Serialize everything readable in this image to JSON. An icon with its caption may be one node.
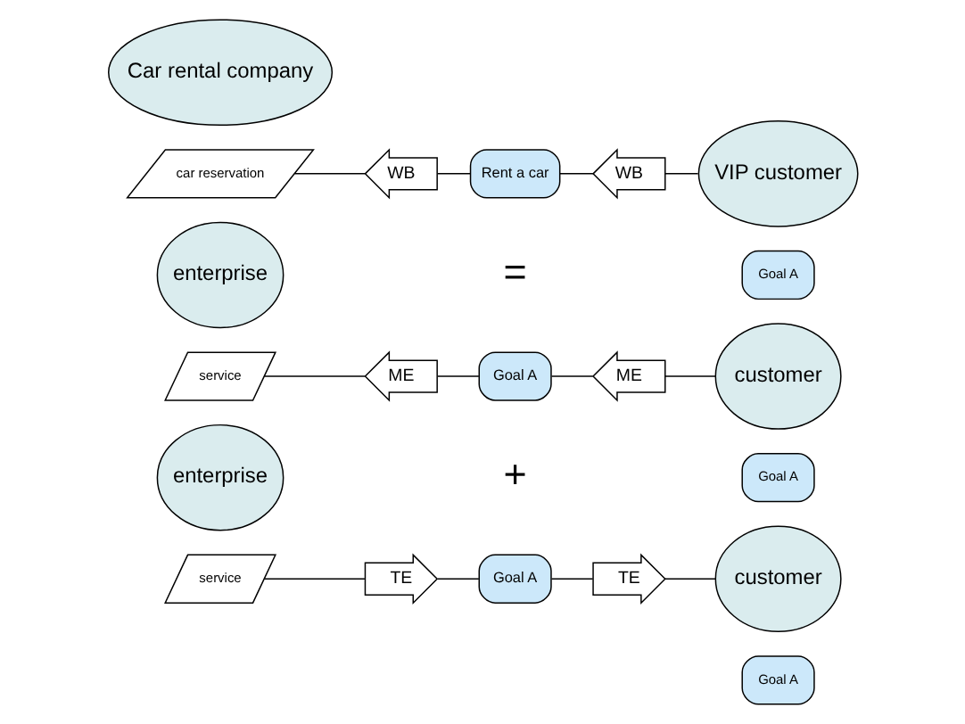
{
  "diagram": {
    "nodes": [
      {
        "text": [
          "Car rental company"
        ]
      },
      {
        "text": [
          "car reservation"
        ]
      },
      {
        "text": [
          "WB"
        ]
      },
      {
        "text": [
          "Rent a car"
        ]
      },
      {
        "text": [
          "WB"
        ]
      },
      {
        "text": [
          "VIP customer"
        ]
      },
      {
        "text": [
          "Goal A"
        ]
      },
      {
        "text": [
          "enterprise"
        ]
      },
      {
        "text": [
          "service"
        ]
      },
      {
        "text": [
          "ME"
        ]
      },
      {
        "text": [
          "Goal A"
        ]
      },
      {
        "text": [
          "ME"
        ]
      },
      {
        "text": [
          "customer"
        ]
      },
      {
        "text": [
          "Goal A"
        ]
      },
      {
        "text": [
          "enterprise"
        ]
      },
      {
        "text": [
          "service"
        ]
      },
      {
        "text": [
          "TE"
        ]
      },
      {
        "text": [
          "Goal A"
        ]
      },
      {
        "text": [
          "TE"
        ]
      },
      {
        "text": [
          "customer"
        ]
      },
      {
        "text": [
          "Goal A"
        ]
      }
    ],
    "edges": [
      {
        "from": 1,
        "to": 2,
        "arrow": "none"
      },
      {
        "from": 2,
        "to": 3,
        "arrow": "none"
      },
      {
        "from": 3,
        "to": 4,
        "arrow": "none"
      },
      {
        "from": 4,
        "to": 5,
        "arrow": "none"
      },
      {
        "from": 8,
        "to": 9,
        "arrow": "none"
      },
      {
        "from": 9,
        "to": 10,
        "arrow": "none"
      },
      {
        "from": 10,
        "to": 11,
        "arrow": "none"
      },
      {
        "from": 11,
        "to": 12,
        "arrow": "none"
      },
      {
        "from": 15,
        "to": 16,
        "arrow": "none"
      },
      {
        "from": 16,
        "to": 17,
        "arrow": "none"
      },
      {
        "from": 17,
        "to": 18,
        "arrow": "none"
      },
      {
        "from": 18,
        "to": 19,
        "arrow": "none"
      }
    ],
    "labels": [
      "=",
      "+"
    ]
  }
}
